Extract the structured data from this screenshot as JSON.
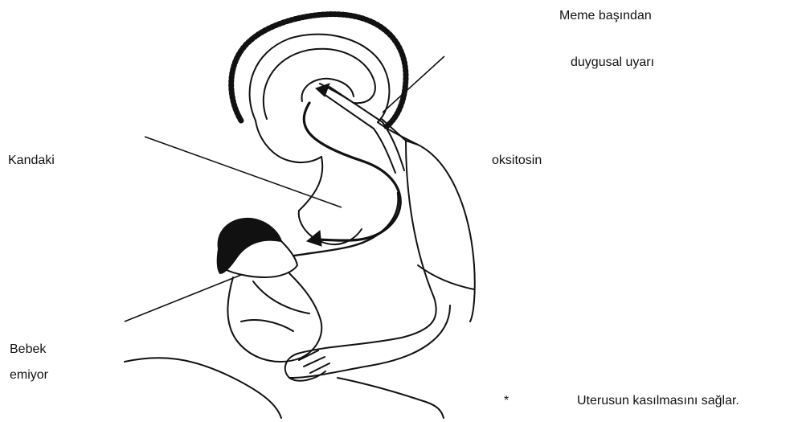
{
  "labels": {
    "nipple_stimulus_line1": "Meme başından",
    "nipple_stimulus_line2": "duygusal uyarı",
    "blood": "Kandaki",
    "oxytocin": "oksitosin",
    "baby_line1": "Bebek",
    "baby_line2": "emiyor",
    "asterisk": "*",
    "uterus": "Uterusun kasılmasını sağlar."
  },
  "colors": {
    "ink": "#111111",
    "background": "#ffffff"
  }
}
